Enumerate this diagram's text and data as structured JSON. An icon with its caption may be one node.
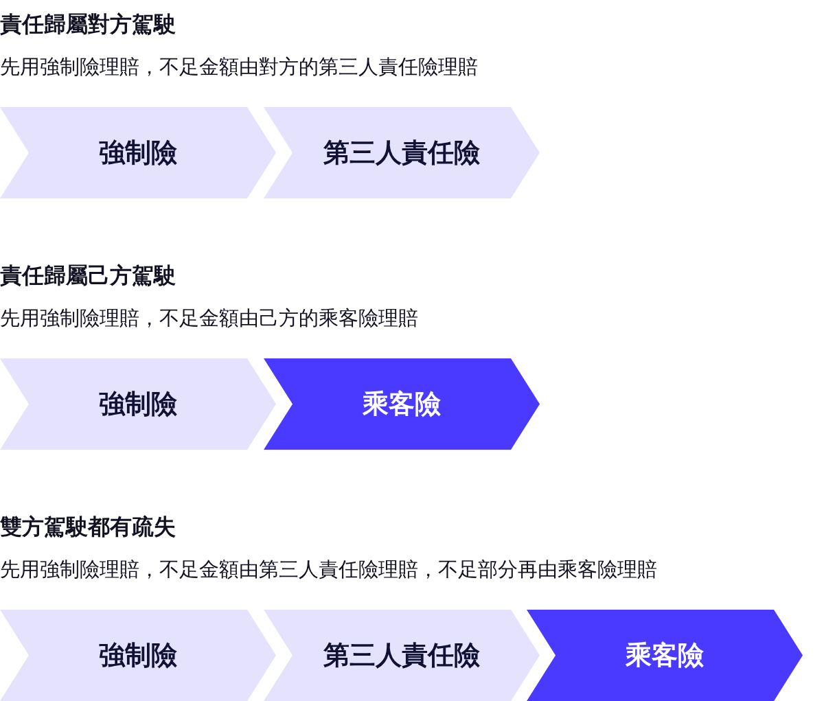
{
  "diagram": {
    "nodes": [
      {
        "text": [
          "強制險"
        ]
      },
      {
        "text": [
          "第三人責任險"
        ]
      },
      {
        "text": [
          "強制險"
        ]
      },
      {
        "text": [
          "乘客險"
        ]
      },
      {
        "text": [
          "強制險"
        ]
      },
      {
        "text": [
          "第三人責任險"
        ]
      },
      {
        "text": [
          "乘客險"
        ]
      }
    ],
    "labels": [
      "責任歸屬對方駕駛",
      "先用強制險理賠，不足金額由對方的第三人責任險理賠",
      "責任歸屬己方駕駛",
      "先用強制險理賠，不足金額由己方的乘客險理賠",
      "雙方駕駛都有疏失",
      "先用強制險理賠，不足金額由第三人責任險理賠，不足部分再由乘客險理賠"
    ]
  }
}
